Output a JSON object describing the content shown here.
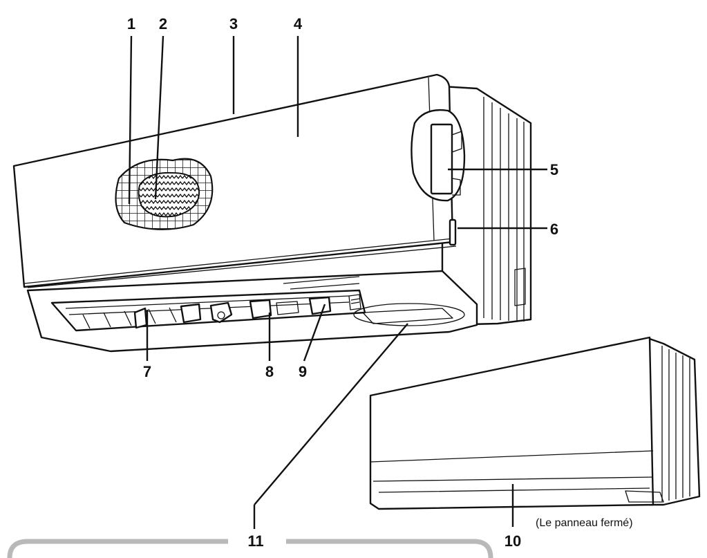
{
  "callouts": {
    "n1": "1",
    "n2": "2",
    "n3": "3",
    "n4": "4",
    "n5": "5",
    "n6": "6",
    "n7": "7",
    "n8": "8",
    "n9": "9",
    "n10": "10",
    "n11": "11"
  },
  "closed_panel_caption": "(Le panneau fermé)"
}
